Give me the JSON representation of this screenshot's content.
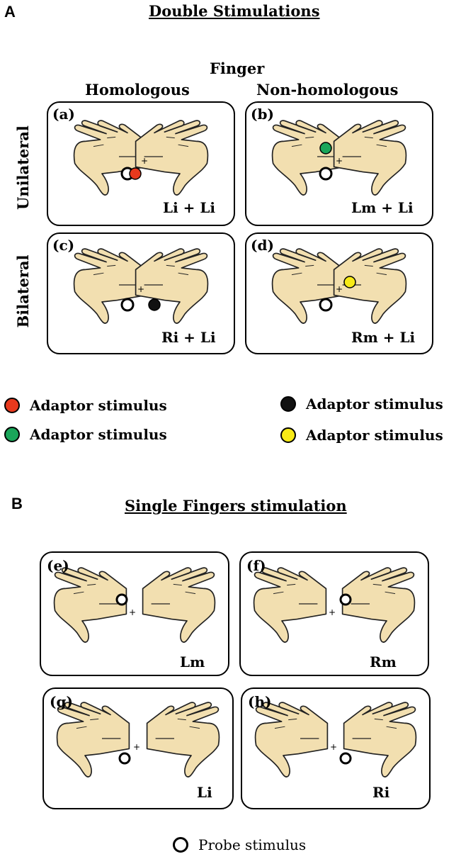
{
  "section_a": {
    "letter": "A",
    "title": "Double Stimulations",
    "finger_header": "Finger",
    "col_homologous": "Homologous",
    "col_non_homologous": "Non-homologous",
    "row_unilateral": "Unilateral",
    "row_bilateral": "Bilateral",
    "panels": [
      {
        "label": "(a)",
        "combo": "Li + Li"
      },
      {
        "label": "(b)",
        "combo": "Lm + Li"
      },
      {
        "label": "(c)",
        "combo": "Ri + Li"
      },
      {
        "label": "(d)",
        "combo": "Rm + Li"
      }
    ],
    "legend": [
      {
        "text": "Adaptor stimulus",
        "color": "#e8391d"
      },
      {
        "text": "Adaptor stimulus",
        "color": "#111111"
      },
      {
        "text": "Adaptor stimulus",
        "color": "#1aa65a"
      },
      {
        "text": "Adaptor stimulus",
        "color": "#f7ea17"
      }
    ]
  },
  "section_b": {
    "letter": "B",
    "title": "Single Fingers stimulation",
    "panels": [
      {
        "label": "(e)",
        "combo": "Lm"
      },
      {
        "label": "(f)",
        "combo": "Rm"
      },
      {
        "label": "(g)",
        "combo": "Li"
      },
      {
        "label": "(h)",
        "combo": "Ri"
      }
    ],
    "probe_legend": "Probe stimulus"
  },
  "colors": {
    "skin": "#f2dfb0",
    "outline": "#222222",
    "adaptor_red": "#e8391d",
    "adaptor_green": "#1aa65a",
    "adaptor_black": "#111111",
    "adaptor_yellow": "#f7ea17",
    "probe": "#ffffff"
  }
}
